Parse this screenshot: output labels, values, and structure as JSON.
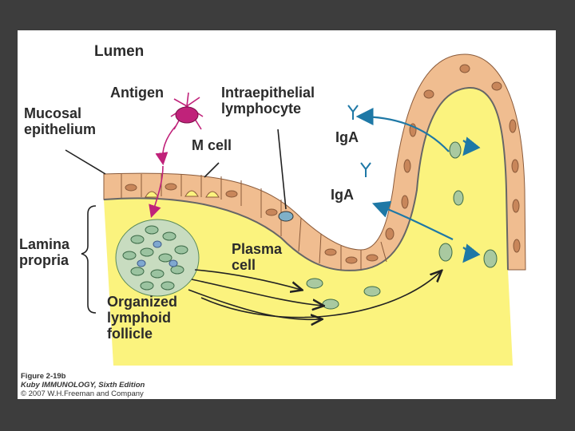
{
  "labels": {
    "lumen": "Lumen",
    "antigen": "Antigen",
    "intraepithelial": "Intraepithelial\nlymphocyte",
    "mucosal": "Mucosal\nepithelium",
    "m_cell": "M cell",
    "iga_top": "IgA",
    "iga_bottom": "IgA",
    "lamina": "Lamina\npropria",
    "plasma": "Plasma\ncell",
    "follicle": "Organized\nlymphoid\nfollicle"
  },
  "caption": {
    "figure": "Figure 2-19b",
    "book": "Kuby IMMUNOLOGY, Sixth Edition",
    "copyright": "© 2007 W.H.Freeman and Company"
  },
  "colors": {
    "background": "#3d3d3d",
    "lamina": "#fbf37e",
    "epithelium": "#f0bd90",
    "nucleus": "#c8865a",
    "arrow_blue": "#1e78a6",
    "arrow_magenta": "#c0227a",
    "antigen": "#c0227a",
    "plasma_cell": "#a9c9a0"
  }
}
